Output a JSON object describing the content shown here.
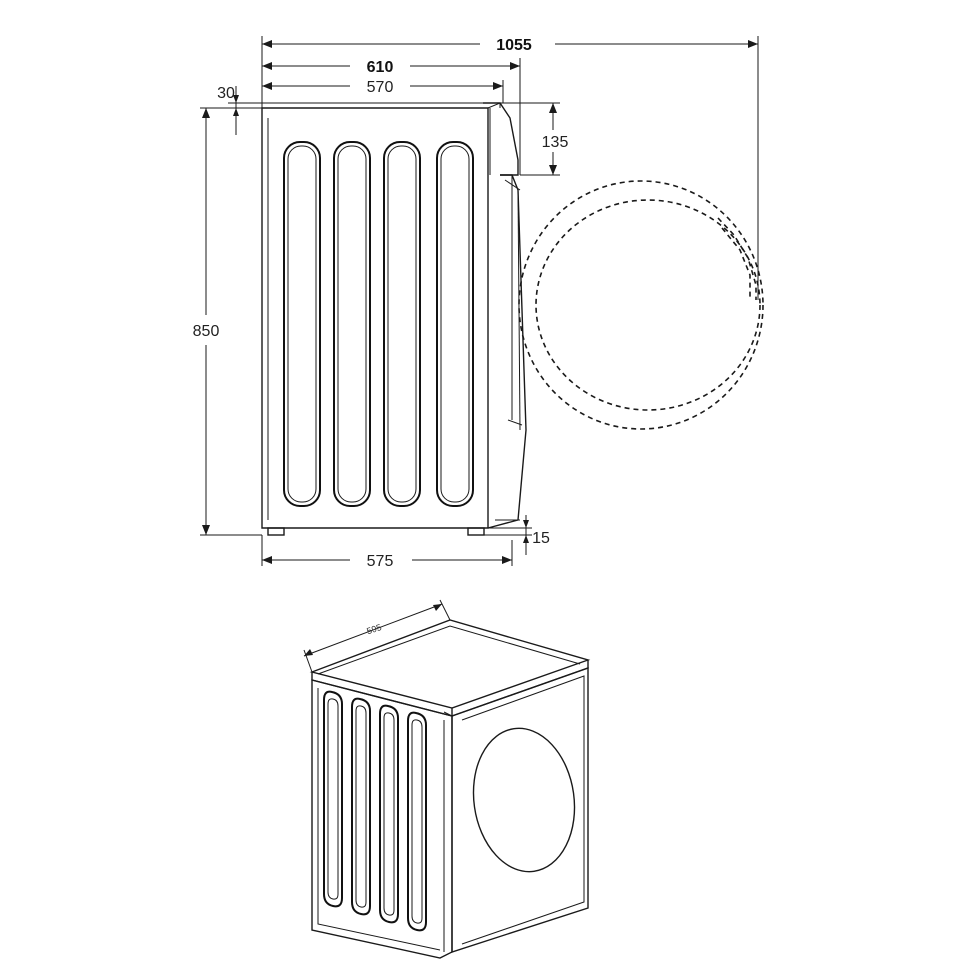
{
  "diagram": {
    "side_view": {
      "dimensions": {
        "depth_door_open": "1055",
        "depth_total": "610",
        "depth_body": "570",
        "top_offset": "30",
        "height": "850",
        "door_top_offset": "135",
        "feet_height": "15",
        "base_depth": "575"
      },
      "side_panels_count": 4
    },
    "iso_view": {
      "dimensions": {
        "width": "595"
      },
      "side_panels_count": 4
    },
    "colors": {
      "line": "#1a1a1a",
      "background": "#ffffff"
    }
  }
}
